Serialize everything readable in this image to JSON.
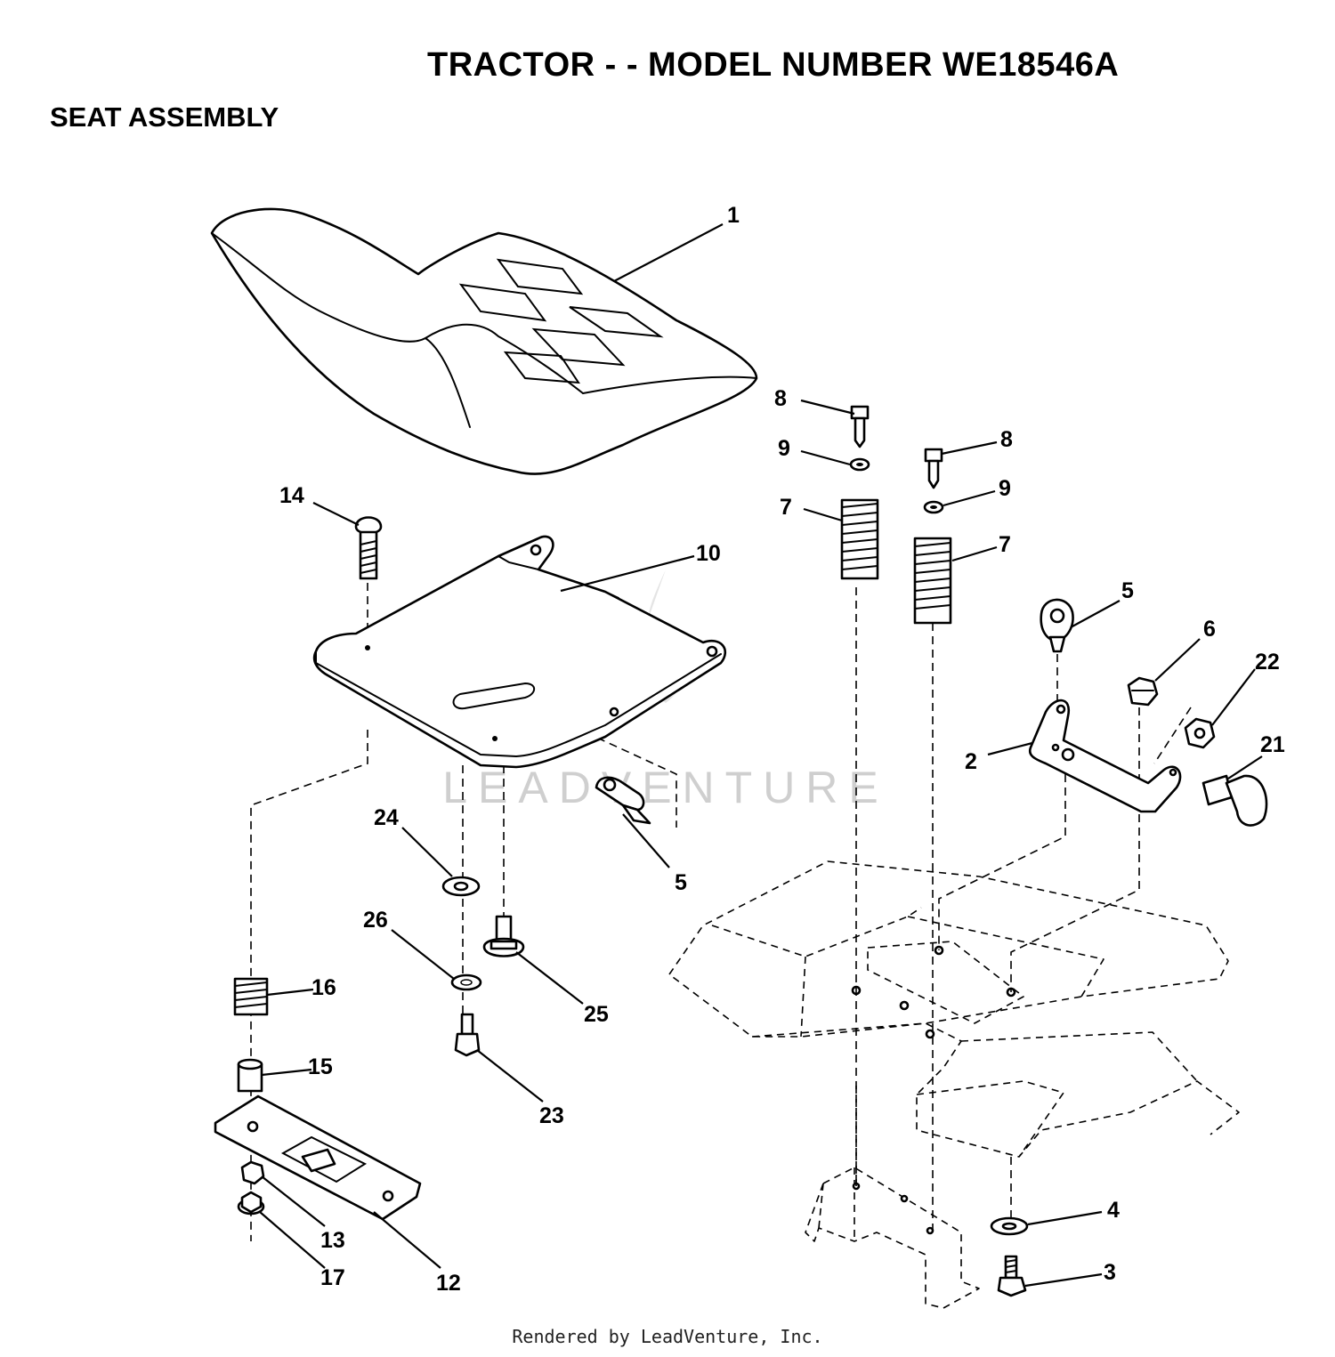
{
  "title": "TRACTOR - - MODEL NUMBER WE18546A",
  "subtitle": "SEAT ASSEMBLY",
  "watermark": "LEADVENTURE",
  "footer": "Rendered by LeadVenture, Inc.",
  "callouts": {
    "c1": "1",
    "c2": "2",
    "c3": "3",
    "c4": "4",
    "c5a": "5",
    "c5b": "5",
    "c6": "6",
    "c7a": "7",
    "c7b": "7",
    "c8a": "8",
    "c8b": "8",
    "c9a": "9",
    "c9b": "9",
    "c10": "10",
    "c12": "12",
    "c13": "13",
    "c14": "14",
    "c15": "15",
    "c16": "16",
    "c17": "17",
    "c21": "21",
    "c22": "22",
    "c23": "23",
    "c24": "24",
    "c25": "25",
    "c26": "26"
  }
}
